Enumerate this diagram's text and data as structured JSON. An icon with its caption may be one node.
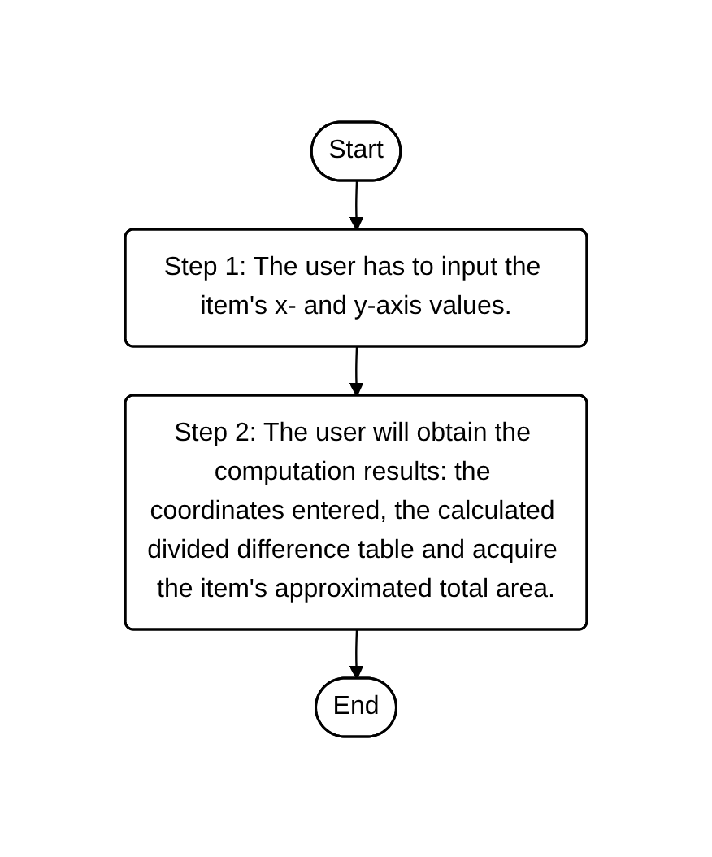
{
  "diagram": {
    "nodes": [
      {
        "text": [
          "Start"
        ]
      },
      {
        "text": [
          "Step 1: The user has to input the item's x- and y-axis values."
        ]
      },
      {
        "text": [
          "Step 2: The user will obtain the computation results: the coordinates entered, the calculated divided difference table and acquire the item's approximated total area."
        ]
      },
      {
        "text": [
          "End"
        ]
      }
    ],
    "edges": [
      {
        "from": 0,
        "to": 1,
        "arrow": "to"
      },
      {
        "from": 1,
        "to": 2,
        "arrow": "to"
      },
      {
        "from": 2,
        "to": 3,
        "arrow": "to"
      }
    ]
  }
}
